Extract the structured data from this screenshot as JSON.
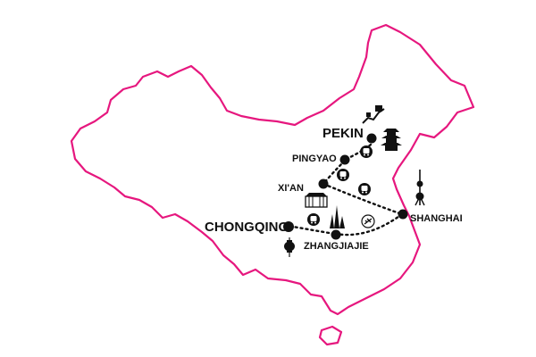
{
  "map": {
    "border_color": "#e6177e",
    "route_color": "#111111"
  },
  "cities": [
    {
      "id": "pekin",
      "label": "PEKIN"
    },
    {
      "id": "pingyao",
      "label": "PINGYAO"
    },
    {
      "id": "xian",
      "label": "XI'AN"
    },
    {
      "id": "shanghai",
      "label": "SHANGHAI"
    },
    {
      "id": "zhangjiajie",
      "label": "ZHANGJIAJIE"
    },
    {
      "id": "chongqing",
      "label": "CHONGQING"
    }
  ],
  "transport_icons": [
    "train-icon",
    "train-icon",
    "train-icon",
    "plane-icon",
    "train-icon"
  ],
  "landmark_icons": [
    "great-wall-icon",
    "pagoda-icon",
    "city-gate-icon",
    "karst-peaks-icon",
    "pearl-tower-icon",
    "lantern-icon"
  ]
}
